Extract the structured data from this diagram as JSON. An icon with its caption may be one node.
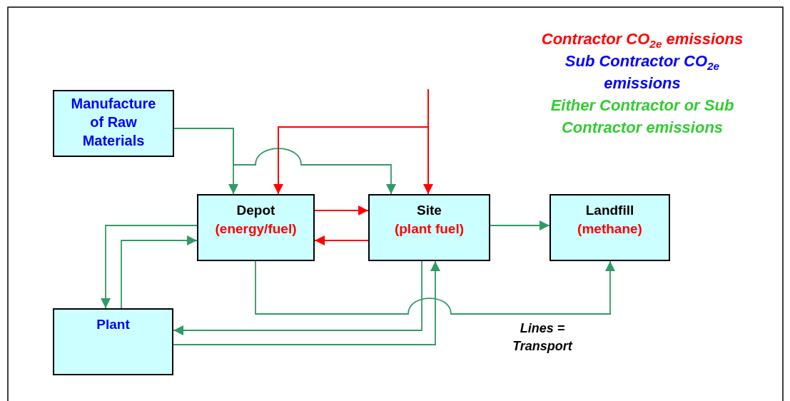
{
  "diagram": {
    "nodes": [
      {
        "text": [
          "Manufacture of Raw Materials"
        ]
      },
      {
        "text": [
          "Depot",
          "(energy/fuel)"
        ]
      },
      {
        "text": [
          "Site",
          "(plant fuel)"
        ]
      },
      {
        "text": [
          "Landfill",
          "(methane)"
        ]
      },
      {
        "text": [
          "Plant"
        ]
      }
    ],
    "edges": [
      {
        "from": 0,
        "to": 1,
        "arrow": "to"
      },
      {
        "from": 0,
        "to": 2,
        "arrow": "to"
      },
      {
        "from": null,
        "to": 2,
        "arrow": "to",
        "color": "#ff0000"
      },
      {
        "from": null,
        "to": 1,
        "arrow": "to",
        "color": "#ff0000"
      },
      {
        "from": 1,
        "to": 2,
        "arrow": "to",
        "color": "#ff0000"
      },
      {
        "from": 2,
        "to": 1,
        "arrow": "to",
        "color": "#ff0000"
      },
      {
        "from": 2,
        "to": 3,
        "arrow": "to"
      },
      {
        "from": 1,
        "to": 4,
        "arrow": "to"
      },
      {
        "from": 4,
        "to": 1,
        "arrow": "to"
      },
      {
        "from": 1,
        "to": 3,
        "arrow": "to"
      },
      {
        "from": 2,
        "to": 4,
        "arrow": "to"
      },
      {
        "from": 4,
        "to": 2,
        "arrow": "to"
      }
    ],
    "labels": [
      "Contractor CO$_{2e}$ emissions",
      "Sub Contractor CO$_{2e}$ emissions",
      "Either Contractor or Sub Contractor emissions",
      "Lines = Transport"
    ]
  }
}
